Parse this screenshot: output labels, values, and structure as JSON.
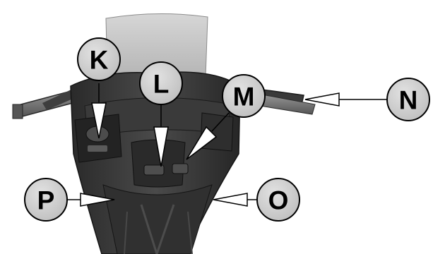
{
  "callouts": {
    "K": "K",
    "L": "L",
    "M": "M",
    "N": "N",
    "O": "O",
    "P": "P"
  }
}
